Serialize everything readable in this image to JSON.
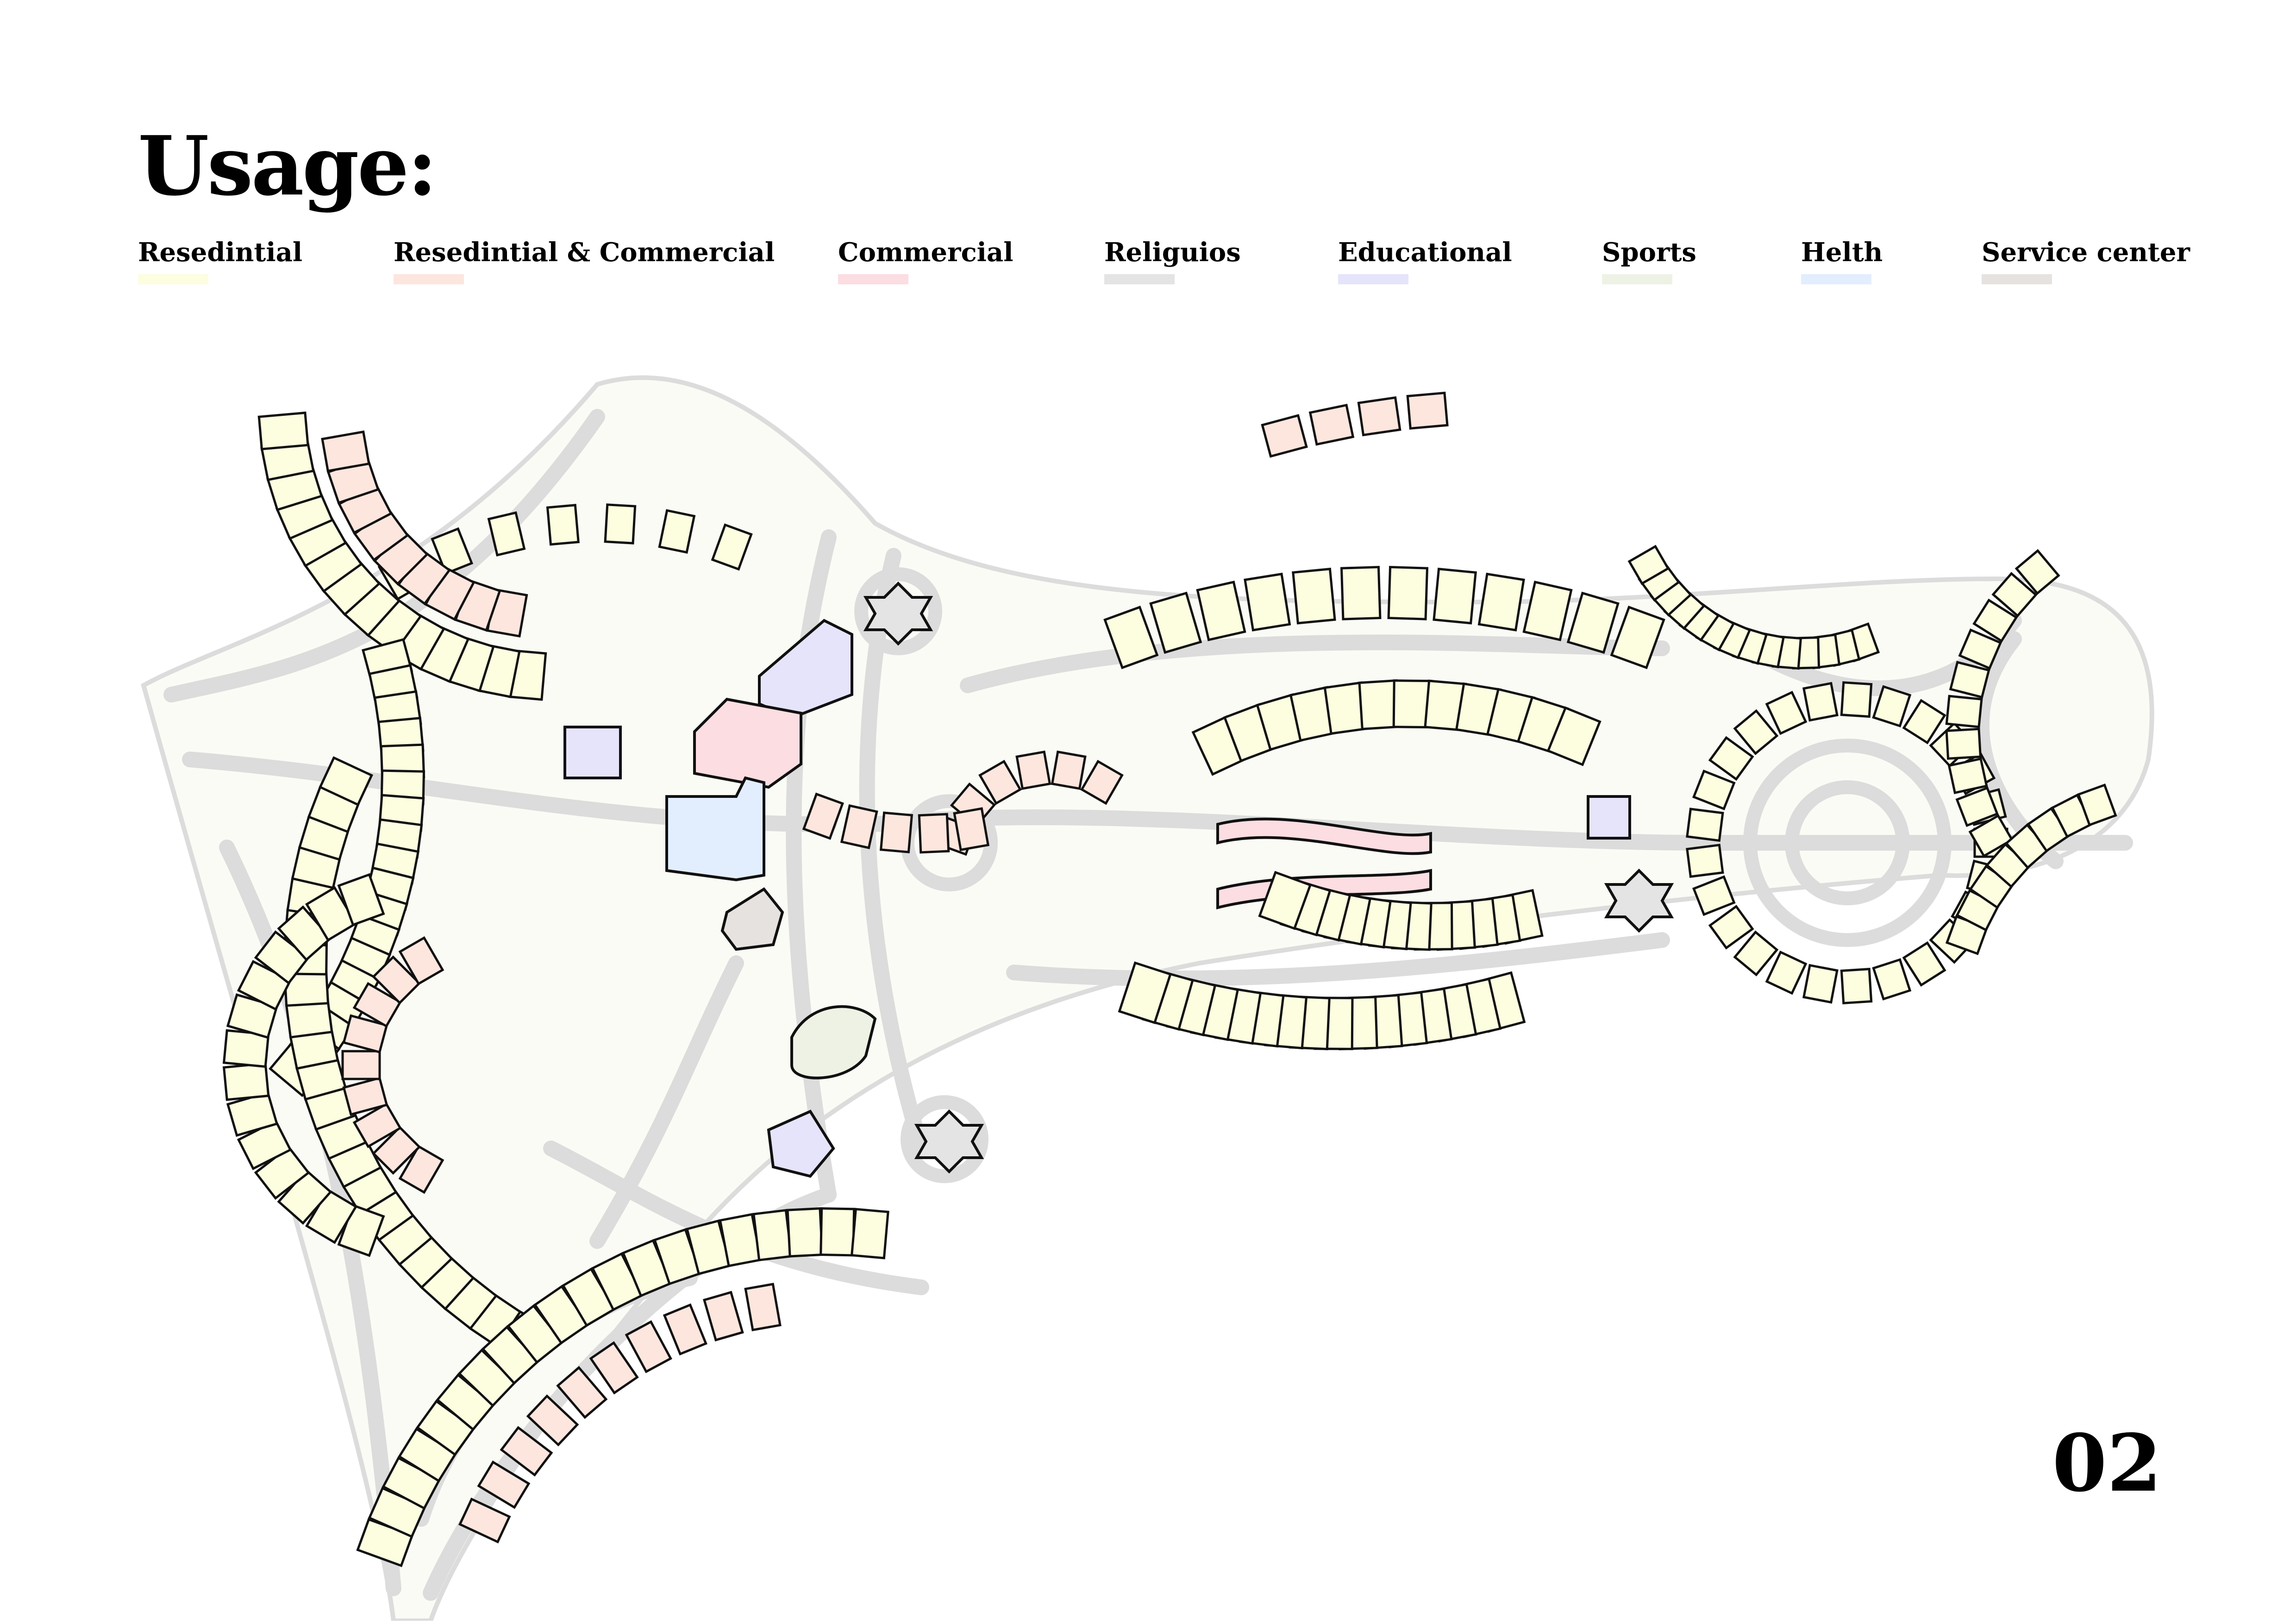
{
  "page": {
    "title": "Usage:",
    "page_number": "02"
  },
  "legend": [
    {
      "label": "Resedintial",
      "color": "#fdfde0",
      "icon": "residential-swatch"
    },
    {
      "label": "Resedintial & Commercial",
      "color": "#fde6de",
      "icon": "residential-commercial-swatch"
    },
    {
      "label": "Commercial",
      "color": "#fcdde2",
      "icon": "commercial-swatch"
    },
    {
      "label": "Religuios",
      "color": "#e4e4e4",
      "icon": "religious-swatch"
    },
    {
      "label": "Educational",
      "color": "#e6e4fb",
      "icon": "educational-swatch"
    },
    {
      "label": "Sports",
      "color": "#eef2e4",
      "icon": "sports-swatch"
    },
    {
      "label": "Helth",
      "color": "#e2eefe",
      "icon": "health-swatch"
    },
    {
      "label": "Service center",
      "color": "#e6e2e0",
      "icon": "service-center-swatch"
    }
  ],
  "map": {
    "ground_color": "#fbfbf6",
    "road_color": "#dcdcdc",
    "outline_color": "#111111"
  }
}
